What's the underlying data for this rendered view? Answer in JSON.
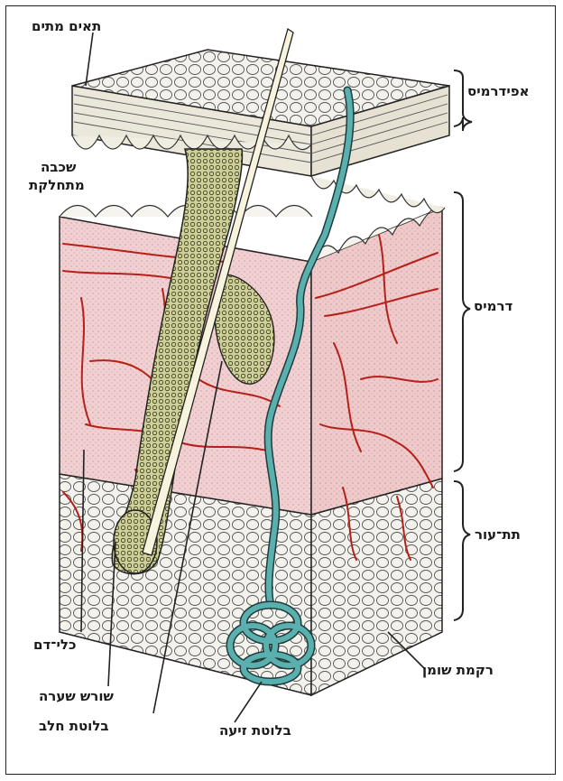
{
  "labels": {
    "top_cells": "תאים מתים",
    "middle_layer_1": "שכבה",
    "middle_layer_2": "מתחלקת",
    "epidermis": "אפידרמיס",
    "dermis": "דרמיס",
    "hypodermis": "תת־עור",
    "vessels": "כלי־דם",
    "hair_root": "שורש שערה",
    "sebaceous": "בלוטת חלב",
    "sweat": "בלוטת זיעה",
    "fat": "רקמת שומן"
  },
  "colors": {
    "fat_fill": "#f3f1ea",
    "dermis_fill": "#f2cfd0",
    "vessel": "#b5201a",
    "follicle": "#c8c893",
    "sweat_duct": "#4aa3a3"
  }
}
